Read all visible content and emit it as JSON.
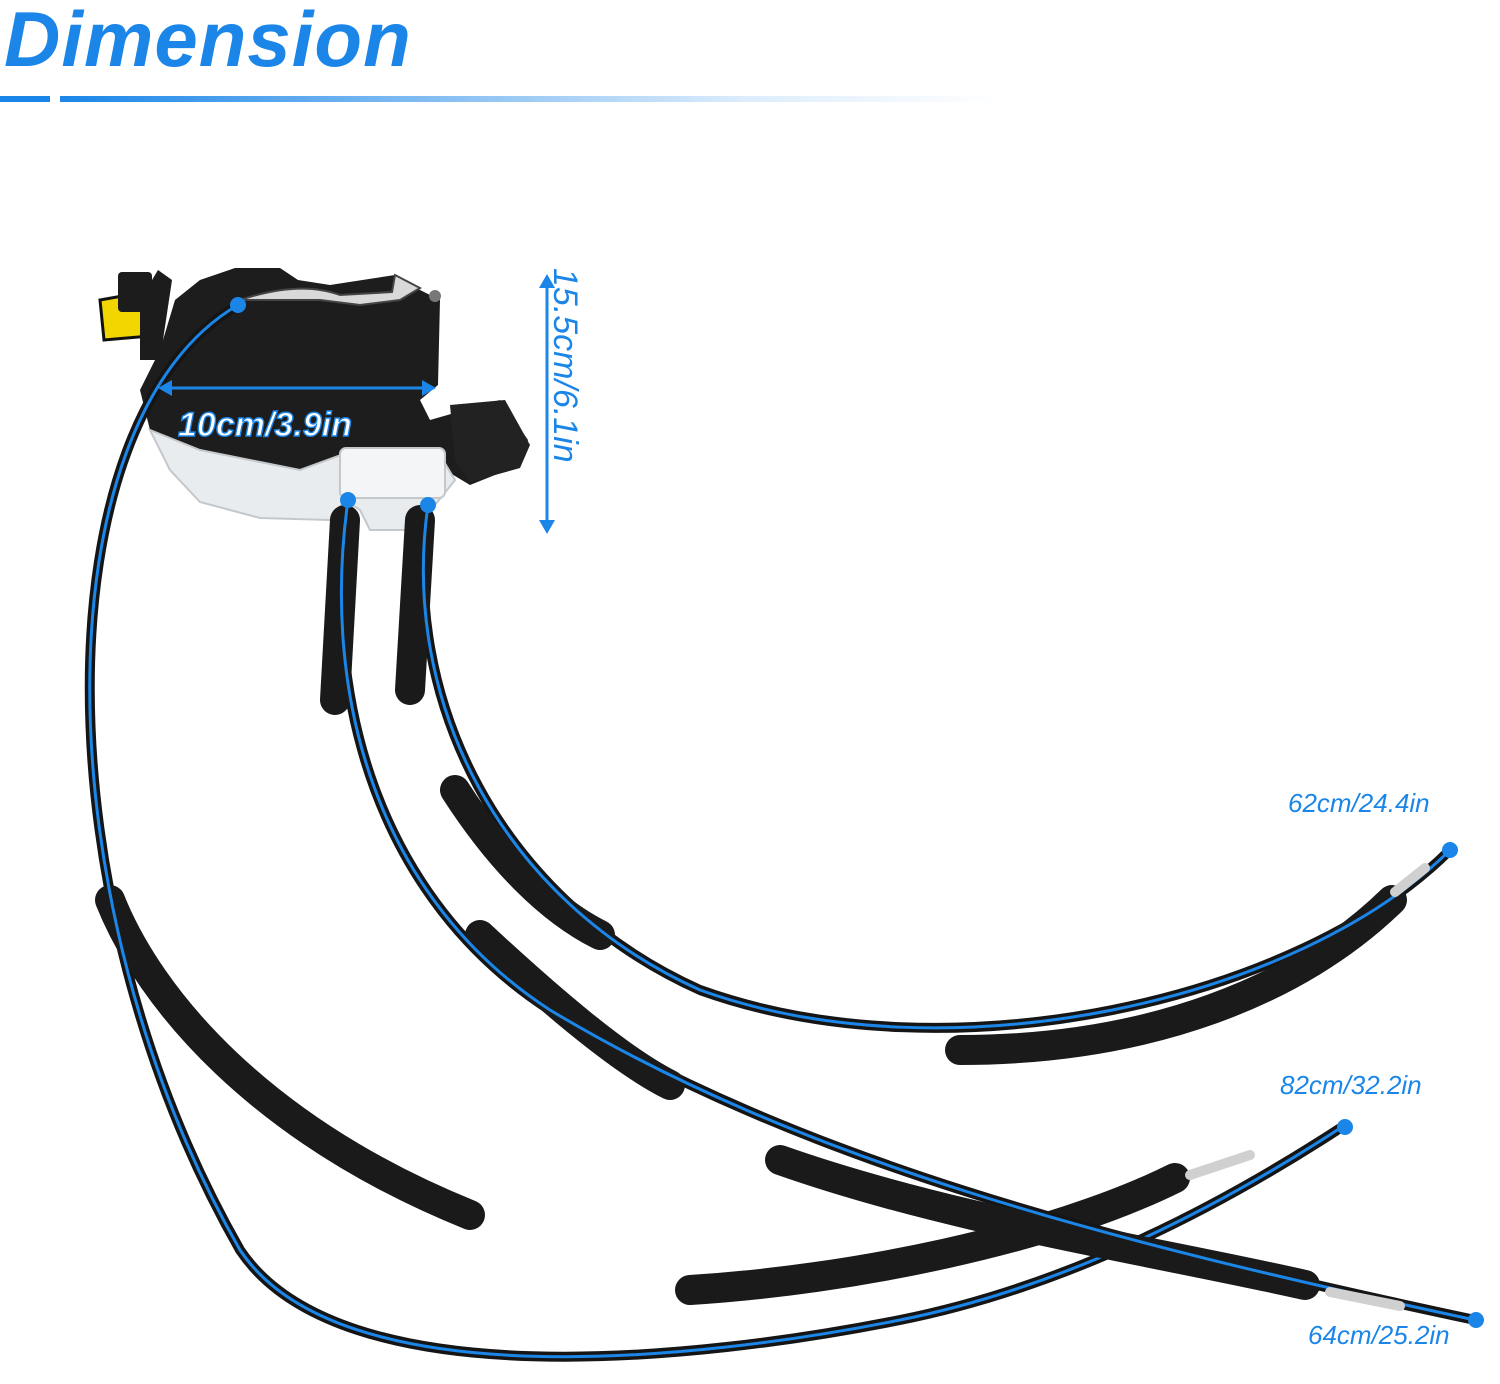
{
  "header": {
    "title": "Dimension"
  },
  "colors": {
    "accent": "#1b86e8",
    "part_body": "#1c1c1c",
    "housing": "#e9ecef",
    "connector": "#f2d600"
  },
  "dimensions": {
    "width_label": "10cm/3.9in",
    "height_label": "15.5cm/6.1in"
  },
  "cables": [
    {
      "length_label": "62cm/24.4in"
    },
    {
      "length_label": "82cm/32.2in"
    },
    {
      "length_label": "64cm/25.2in"
    }
  ]
}
